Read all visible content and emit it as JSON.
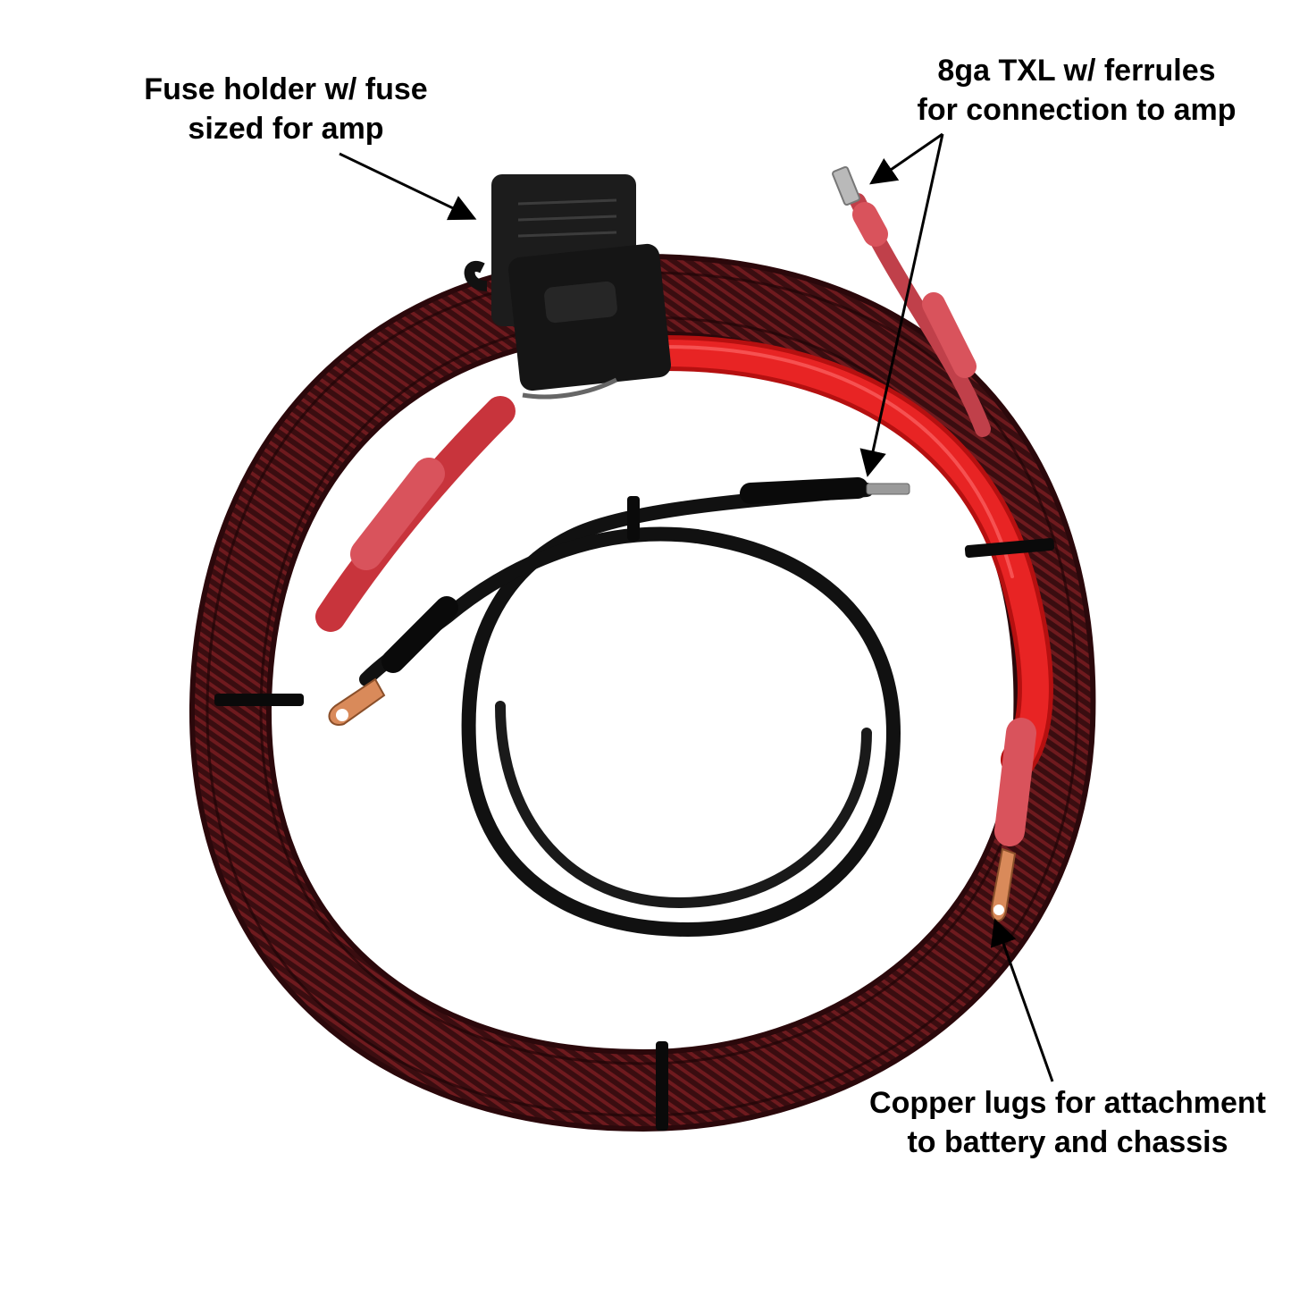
{
  "labels": {
    "fuse_holder": {
      "line1": "Fuse holder w/ fuse",
      "line2": "sized for amp"
    },
    "ferrules": {
      "line1": "8ga TXL w/ ferrules",
      "line2": "for connection to amp"
    },
    "copper_lugs": {
      "line1": "Copper lugs for attachment",
      "line2": "to battery and chassis"
    }
  },
  "colors": {
    "braided_sleeve": "#3a0d10",
    "sleeve_weave": "#6e1a1e",
    "red_cable": "#e01b1b",
    "red_heatshrink": "#d9535c",
    "black_cable": "#141414",
    "fuse_holder": "#1c1c1c",
    "copper": "#d98a5a"
  },
  "icons": [
    "fuse-holder-icon",
    "ferrule-icon",
    "ring-lug-icon",
    "zip-tie-icon",
    "arrow-icon"
  ]
}
